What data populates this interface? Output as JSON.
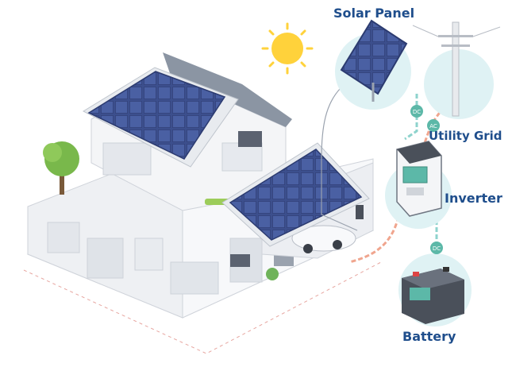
{
  "labels": {
    "solar_panel": "Solar Panel",
    "utility_grid": "Utility Grid",
    "inverter": "Inverter",
    "battery": "Battery"
  },
  "badges": {
    "solar_to_inverter": "DC",
    "grid_to_inverter": "AC",
    "inverter_to_battery": "DC"
  },
  "colors": {
    "label_text": "#1f4e8c",
    "circle_fill": "#dff2f4",
    "dc_line": "#8ed3cd",
    "ac_line": "#f0a58e",
    "badge": "#5cb8a8",
    "sun": "#ffd23b",
    "panel": "#3c4f8d"
  }
}
